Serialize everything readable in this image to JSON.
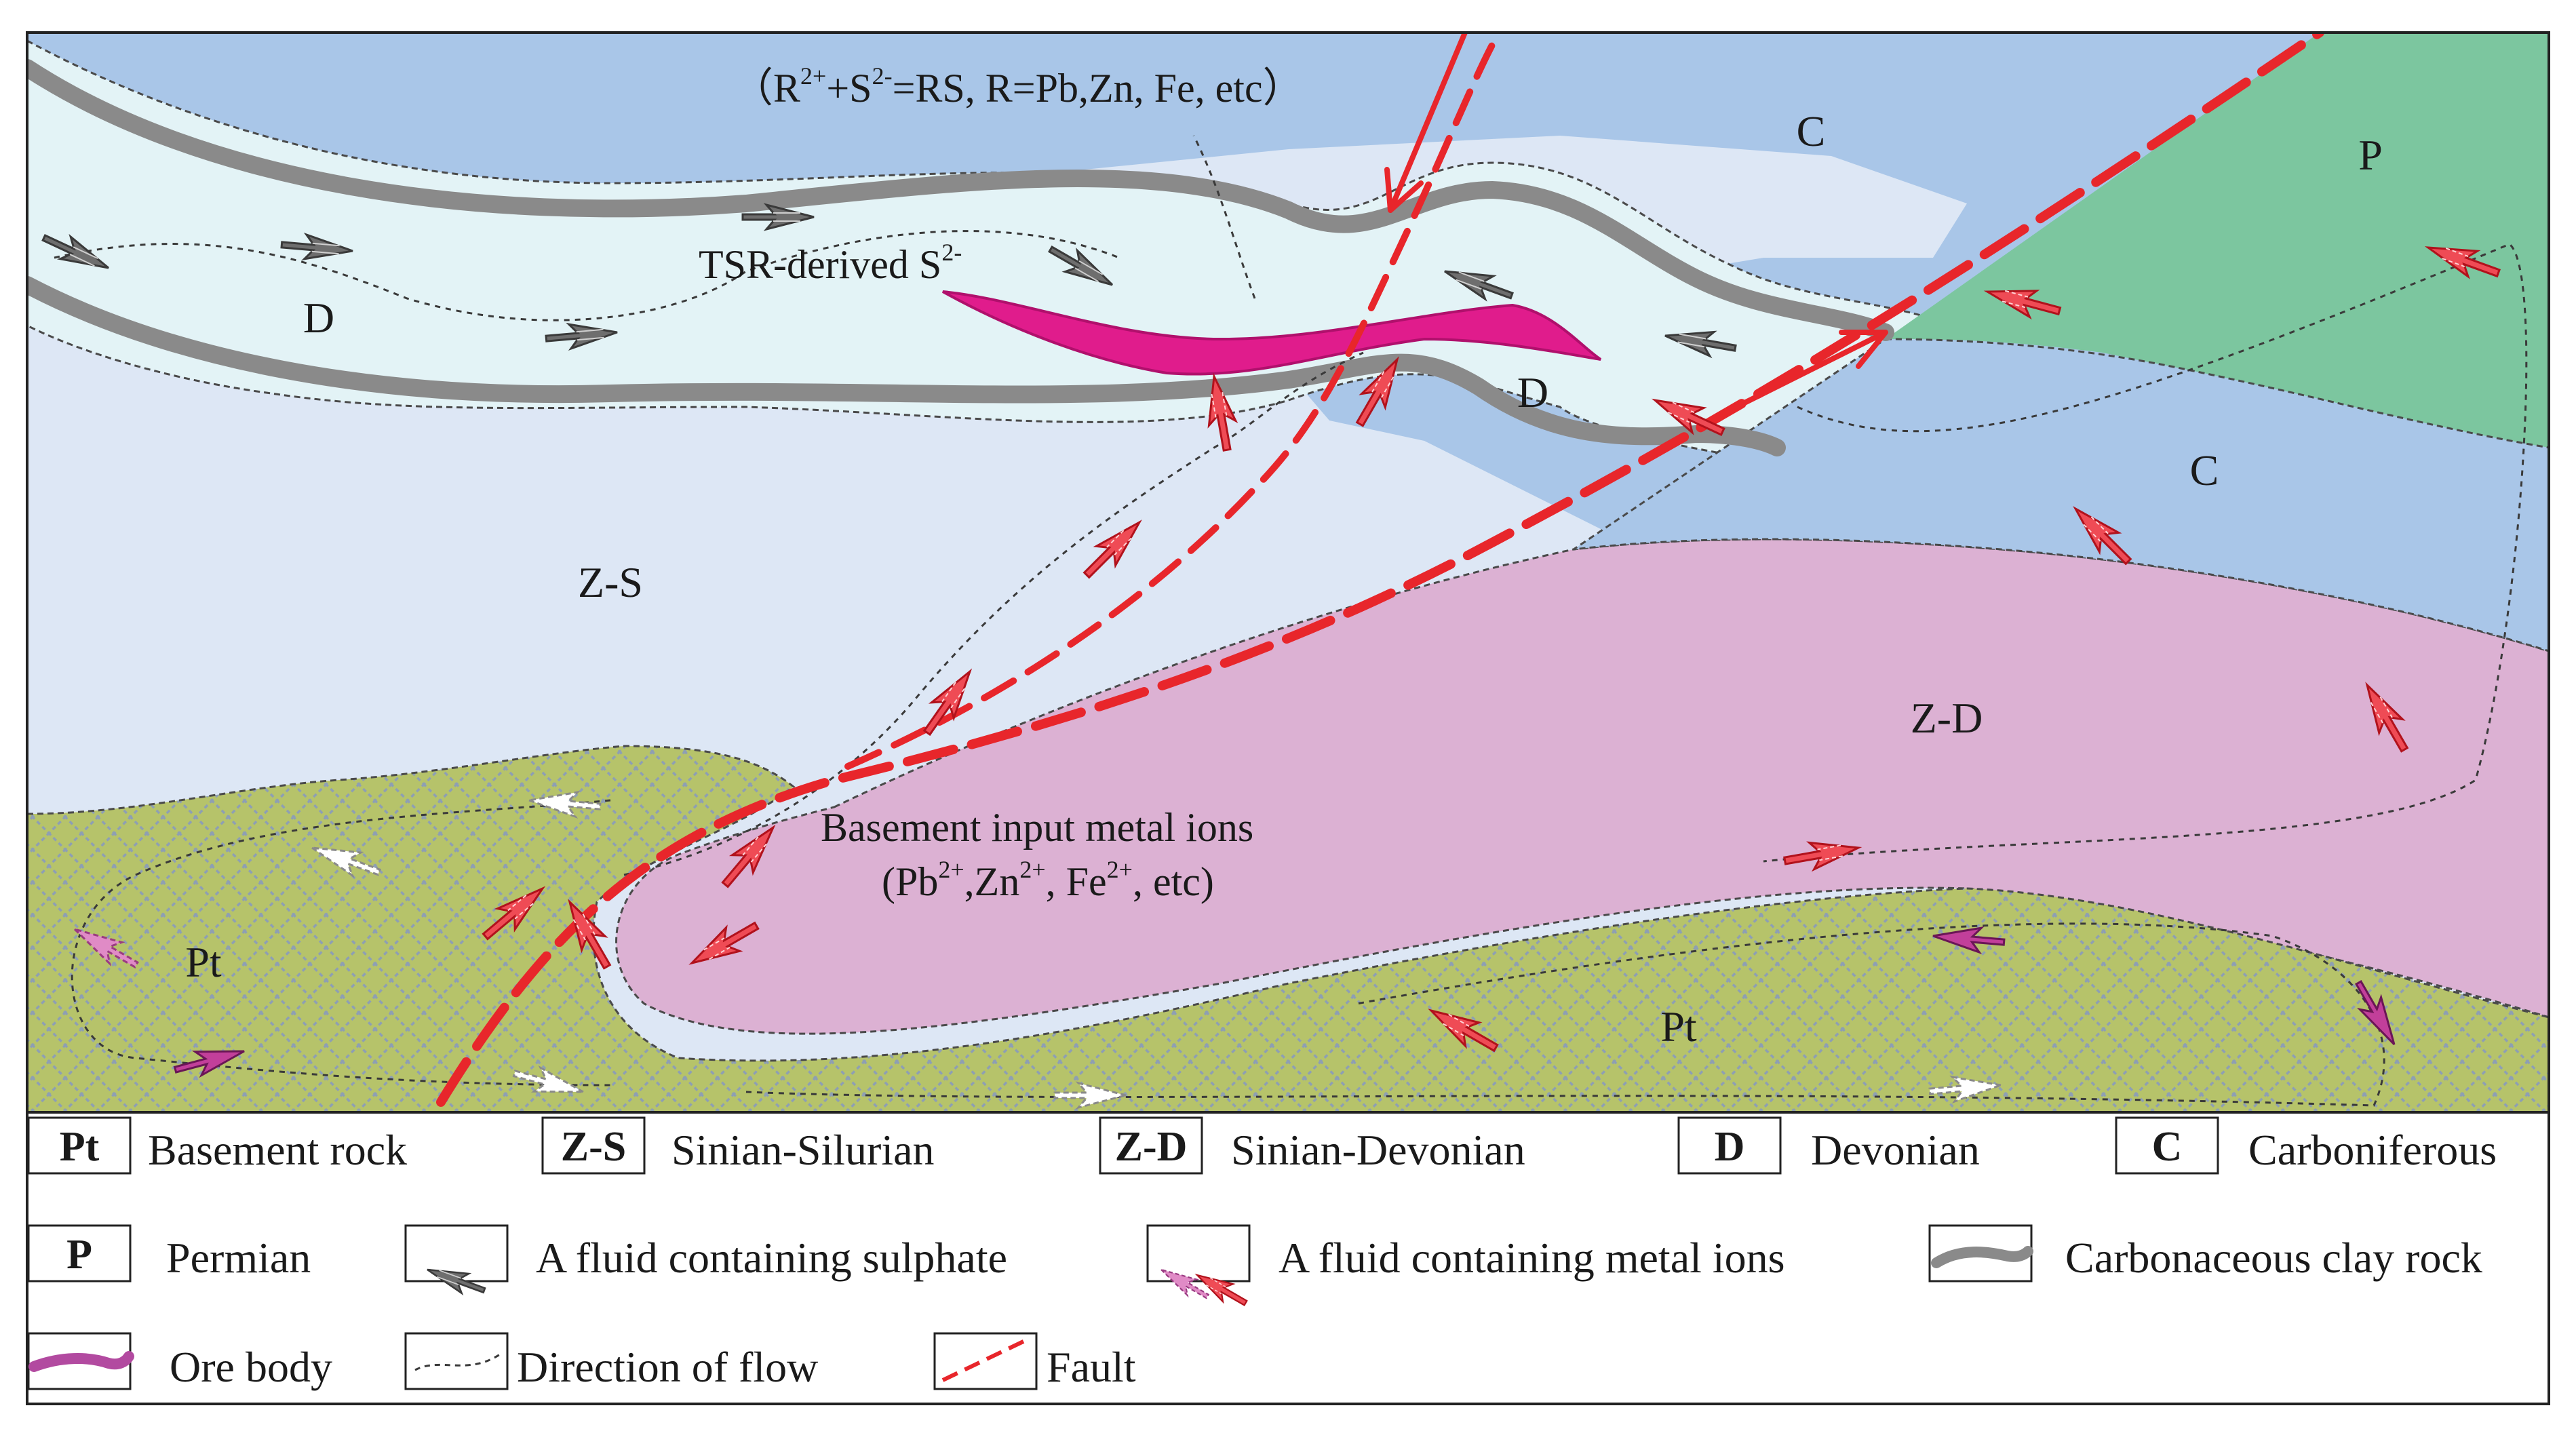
{
  "colors": {
    "upper_blue": "#a9c6e8",
    "zs_light": "#dde7f5",
    "devonian": "#e3f3f6",
    "zd_pink": "#dcb1d3",
    "permian_green": "#7cc69f",
    "basement_green": "#b6c36a",
    "basement_hatch": "#8e9fb3",
    "fault_red": "#e8262b",
    "ore_magenta": "#e01c8c",
    "clay_gray": "#8a8a8a",
    "sulphate_arrow": "#6e6e6e",
    "metal_arrow": "#e8343c"
  },
  "units": {
    "d_upper": "D",
    "d_lower": "D",
    "c_upper": "C",
    "c_right": "C",
    "p": "P",
    "zs": "Z-S",
    "zd": "Z-D",
    "pt_left": "Pt",
    "pt_right": "Pt"
  },
  "annotations": {
    "reaction_open": "（R",
    "reaction_sup1": "2+",
    "reaction_mid": "+S",
    "reaction_sup2": "2-",
    "reaction_end": "=RS, R=Pb,Zn, Fe, etc）",
    "tsr_main": "TSR-derived S",
    "tsr_sup": "2-",
    "basement_line1": "Basement input metal ions",
    "b_open": "(Pb",
    "b_sup1": "2+",
    "b_zn": ",Zn",
    "b_sup2": "2+",
    "b_fe": ", Fe",
    "b_sup3": "2+",
    "b_end": ", etc)"
  },
  "legend": {
    "pt_code": "Pt",
    "pt_label": "Basement rock",
    "zs_code": "Z-S",
    "zs_label": "Sinian-Silurian",
    "zd_code": "Z-D",
    "zd_label": "Sinian-Devonian",
    "d_code": "D",
    "d_label": "Devonian",
    "c_code": "C",
    "c_label": "Carboniferous",
    "p_code": "P",
    "p_label": "Permian",
    "sulphate_label": "A fluid containing sulphate",
    "metal_label": "A fluid containing metal ions",
    "clay_label": "Carbonaceous clay rock",
    "ore_label": "Ore body",
    "flow_label": "Direction of flow",
    "fault_label": "Fault"
  }
}
